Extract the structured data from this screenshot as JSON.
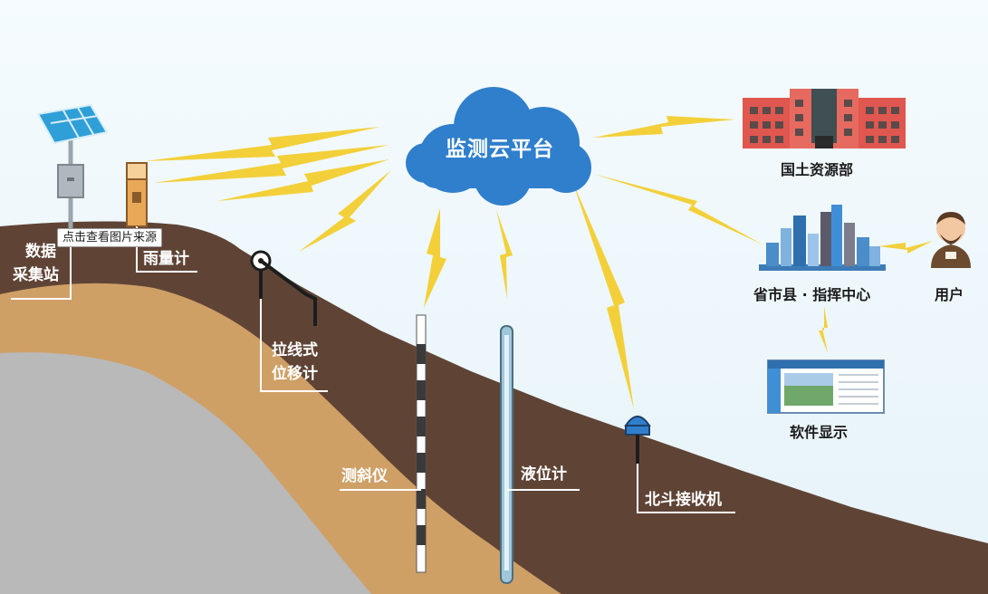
{
  "cloud": {
    "title": "监测云平台"
  },
  "labels": {
    "station_line1": "数据",
    "station_line2": "采集站",
    "rain_gauge": "雨量计",
    "displacement_line1": "拉线式",
    "displacement_line2": "位移计",
    "inclinometer": "测斜仪",
    "level_meter": "液位计",
    "beidou": "北斗接收机",
    "ministry": "国土资源部",
    "command_center": "省市县 · 指挥中心",
    "user": "用户",
    "software": "软件显示"
  },
  "tooltip": {
    "text": "点击查看图片来源"
  },
  "colors": {
    "sky": "#eef7fb",
    "soil_dark": "#5f4436",
    "soil_light": "#cfa066",
    "rock": "#b9b9b9",
    "cloud": "#2f7fcc",
    "lightning": "#f3d03a",
    "building": "#e0574f"
  }
}
